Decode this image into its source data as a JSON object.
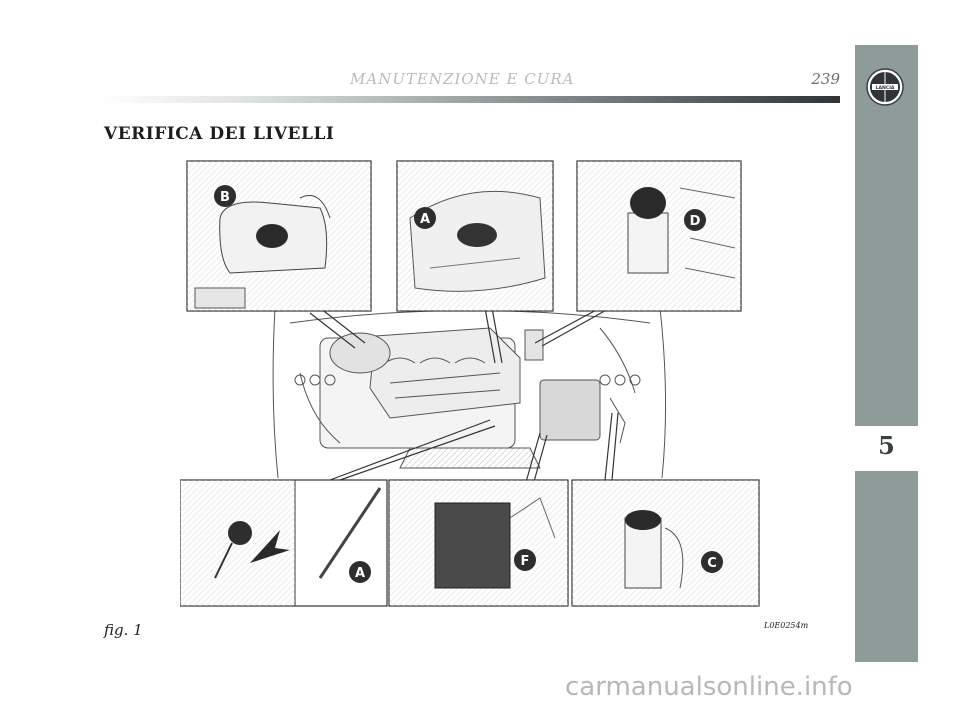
{
  "header": {
    "title": "MANUTENZIONE E CURA",
    "page_number": "239"
  },
  "section_title": "VERIFICA DEI LIVELLI",
  "sidebar": {
    "chapter_number": "5",
    "logo_text": "LANCIA"
  },
  "figure": {
    "labels": {
      "a_top": "A",
      "b": "B",
      "d": "D",
      "a_bottom": "A",
      "f": "F",
      "c": "C"
    },
    "caption": "fig. 1",
    "code": "L0E0254m"
  },
  "watermark": "carmanualsonline.info",
  "colors": {
    "sidebar": "#8f9b99",
    "header_title": "#b8bcbc",
    "label_badge": "#2e2e2e"
  }
}
